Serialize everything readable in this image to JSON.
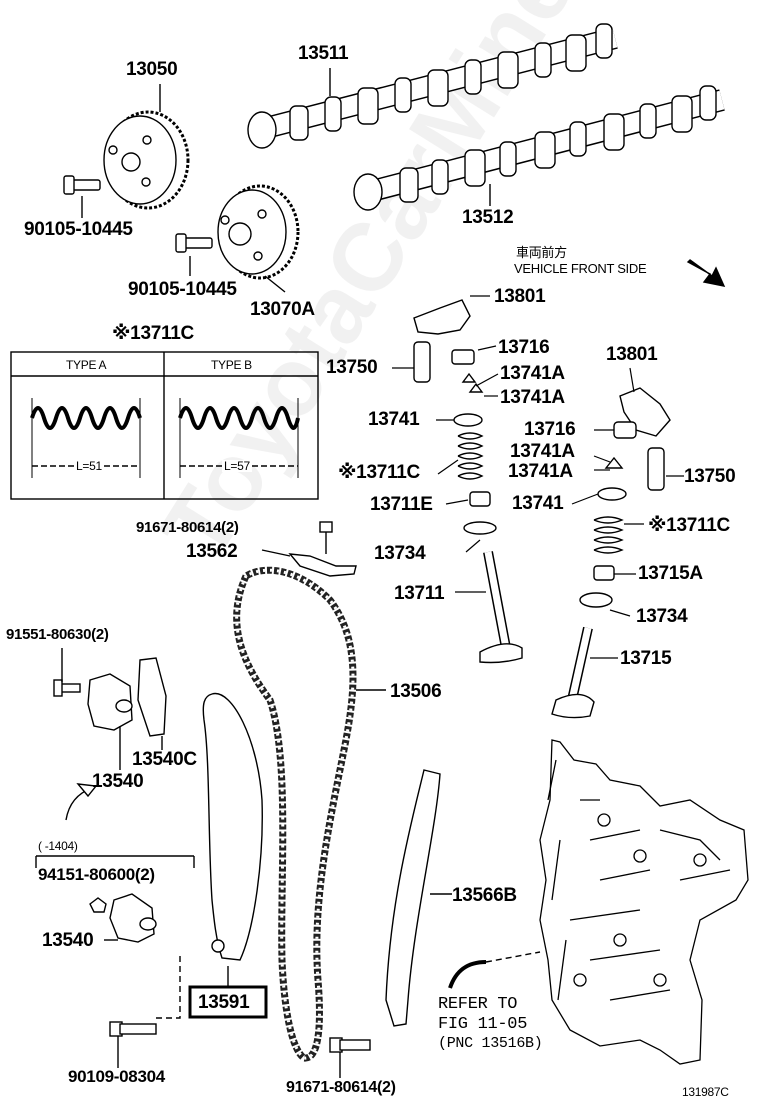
{
  "watermark": "ToyotaCarMine.ru",
  "diagram_id": "131987C",
  "direction": {
    "jp": "車両前方",
    "en": "VEHICLE FRONT SIDE"
  },
  "type_box": {
    "type_a": "TYPE A",
    "type_b": "TYPE B",
    "len_a": "L=51",
    "len_b": "L=57",
    "title": "※13711C"
  },
  "range_note": "(     -1404)",
  "refer": {
    "line1": "REFER TO",
    "line2": "FIG 11-05",
    "line3": "(PNC 13516B)"
  },
  "parts": {
    "p13050": "13050",
    "p13511": "13511",
    "p13512": "13512",
    "p90105a": "90105-10445",
    "p90105b": "90105-10445",
    "p13070A": "13070A",
    "p13801a": "13801",
    "p13750a": "13750",
    "p13716a": "13716",
    "p13741Aa": "13741A",
    "p13741Ab": "13741A",
    "p13741a": "13741",
    "p13711Ca": "※13711C",
    "p13711E": "13711E",
    "p13734a": "13734",
    "p13711": "13711",
    "p13801b": "13801",
    "p13716b": "13716",
    "p13741Ac": "13741A",
    "p13741Ad": "13741A",
    "p13750b": "13750",
    "p13741b": "13741",
    "p13711Cb": "※13711C",
    "p13715A": "13715A",
    "p13734b": "13734",
    "p13715": "13715",
    "p91671a": "91671-80614(2)",
    "p13562": "13562",
    "p91551": "91551-80630(2)",
    "p13506": "13506",
    "p13540C": "13540C",
    "p13540a": "13540",
    "p94151": "94151-80600(2)",
    "p13540b": "13540",
    "p13566B": "13566B",
    "p13591": "13591",
    "p90109": "90109-08304",
    "p91671b": "91671-80614(2)"
  }
}
